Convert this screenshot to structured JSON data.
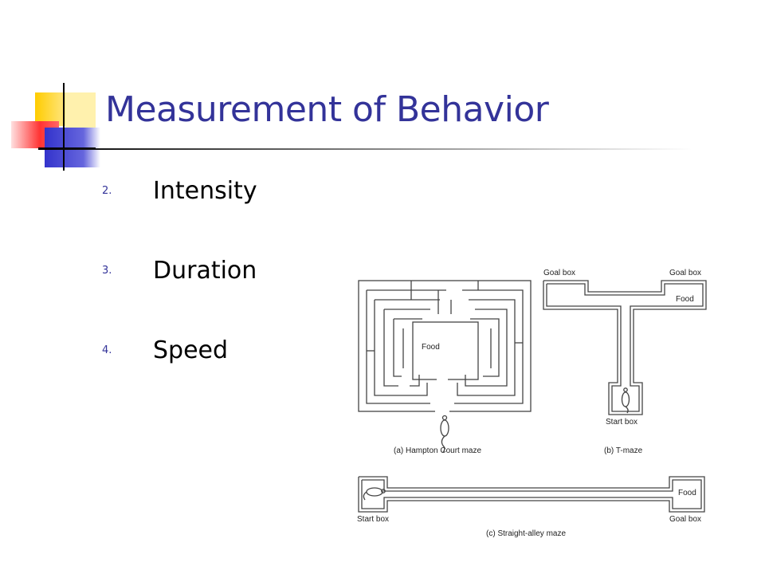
{
  "slide": {
    "title": "Measurement of Behavior",
    "bullets": [
      {
        "number": "2.",
        "text": "Intensity"
      },
      {
        "number": "3.",
        "text": "Duration"
      },
      {
        "number": "4.",
        "text": "Speed"
      }
    ]
  },
  "figure": {
    "hampton": {
      "food_label": "Food",
      "caption": "(a) Hampton Court maze"
    },
    "tmaze": {
      "goal_left": "Goal box",
      "goal_right": "Goal box",
      "food_label": "Food",
      "start_label": "Start box",
      "caption": "(b) T-maze"
    },
    "straight": {
      "start_label": "Start box",
      "food_label": "Food",
      "goal_label": "Goal box",
      "caption": "(c) Straight-alley maze"
    }
  },
  "colors": {
    "title": "#333399",
    "accent_yellow": "#ffcc00",
    "accent_blue": "#3333cc",
    "accent_red": "#ff3333"
  }
}
